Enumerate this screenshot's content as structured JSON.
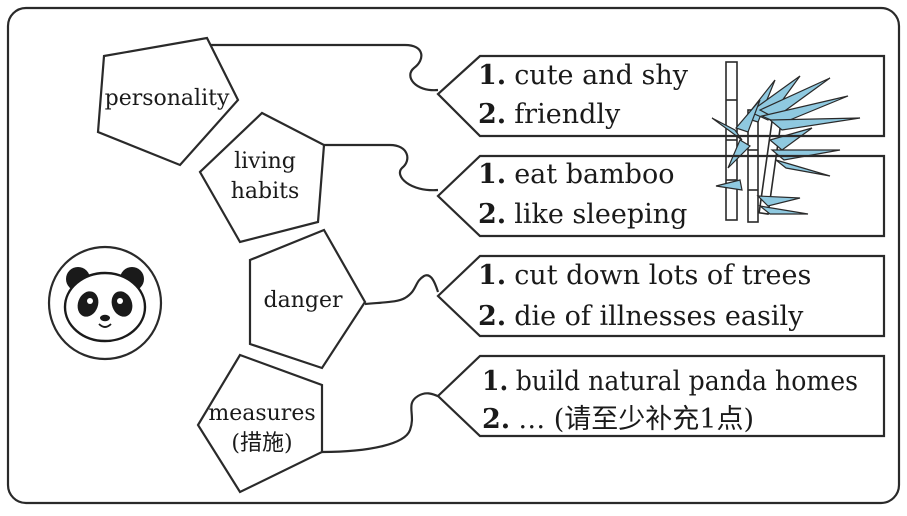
{
  "categories": [
    {
      "label_lines": [
        "personality"
      ],
      "items": [
        "cute and shy",
        "friendly"
      ]
    },
    {
      "label_lines": [
        "living",
        "habits"
      ],
      "items": [
        "eat bamboo",
        "like sleeping"
      ]
    },
    {
      "label_lines": [
        "danger"
      ],
      "items": [
        "cut down lots of trees",
        "die of illnesses easily"
      ]
    },
    {
      "label_lines": [
        "measures",
        "(措施)"
      ],
      "items": [
        "build natural panda homes",
        "…  (请至少补充1点)"
      ]
    }
  ],
  "item_numbers": [
    "1.",
    "2."
  ],
  "icons": {
    "mascot": "panda-face-icon",
    "decoration": "bamboo-illustration"
  },
  "colors": {
    "ink": "#2a2a2a",
    "bamboo_leaf": "#8fc9e0",
    "background": "#ffffff"
  }
}
